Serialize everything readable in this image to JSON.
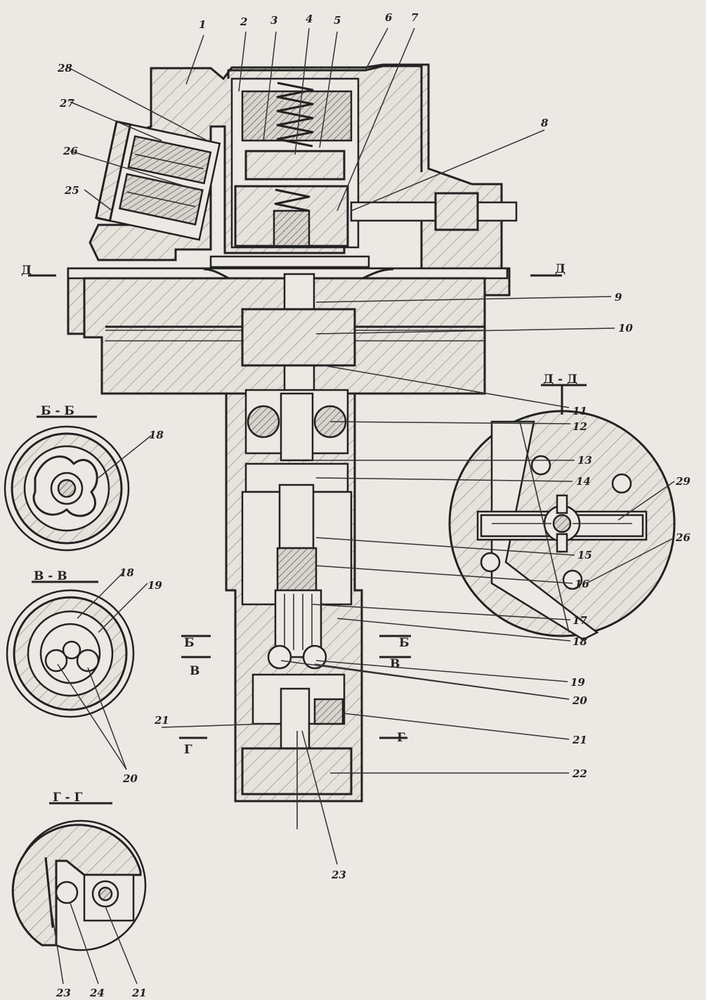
{
  "diagram": {
    "part_numbers": [
      "1",
      "2",
      "3",
      "4",
      "5",
      "6",
      "7",
      "8",
      "9",
      "10",
      "11",
      "12",
      "13",
      "14",
      "15",
      "16",
      "17",
      "18",
      "19",
      "20",
      "21",
      "22",
      "23",
      "24",
      "25",
      "26",
      "27",
      "28",
      "29"
    ],
    "sections": {
      "b": "Б - Б",
      "v": "В - В",
      "g": "Г - Г",
      "d": "Д - Д"
    },
    "cut_marks": {
      "d_left": "Д",
      "d_right": "Д",
      "b_left": "Б",
      "b_right": "Б",
      "v_left": "В",
      "v_right": "В",
      "g_left": "Г",
      "g_right": "Г"
    }
  },
  "colors": {
    "paper": "#ece9e4",
    "ink": "#222222"
  }
}
